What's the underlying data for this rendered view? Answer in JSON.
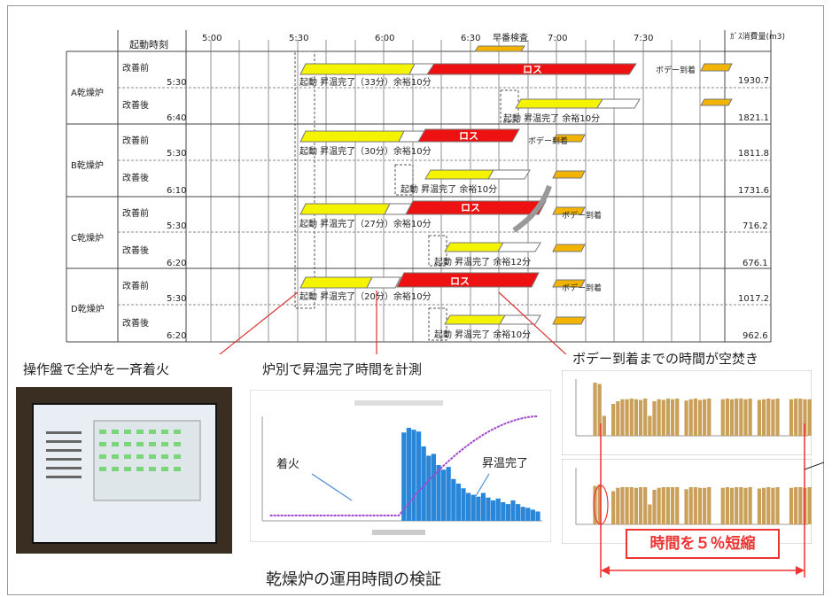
{
  "timeline": {
    "header_start": "起動時刻",
    "header_gas": "ｶﾞｽ消費量(m3)",
    "time_ticks": [
      "5:00",
      "5:30",
      "6:00",
      "6:30",
      "7:00",
      "7:30"
    ],
    "event_label": "早番検査",
    "rows": [
      {
        "furnace": "A乾燥炉",
        "before_label": "改善前",
        "before_time": "5:30",
        "before_gas": "1930.7",
        "after_label": "改善後",
        "after_time": "6:40",
        "after_gas": "1821.1",
        "before_text": "起動  昇温完了（33分）余裕10分",
        "after_text": "起動   昇温完了  余裕10分"
      },
      {
        "furnace": "B乾燥炉",
        "before_label": "改善前",
        "before_time": "5:30",
        "before_gas": "1811.8",
        "after_label": "改善後",
        "after_time": "6:10",
        "after_gas": "1731.6",
        "before_text": "起動  昇温完了（30分）余裕10分",
        "after_text": "起動   昇温完了  余裕10分"
      },
      {
        "furnace": "C乾燥炉",
        "before_label": "改善前",
        "before_time": "5:30",
        "before_gas": "716.2",
        "after_label": "改善後",
        "after_time": "6:20",
        "after_gas": "676.1",
        "before_text": "起動  昇温完了（27分）余裕10分",
        "after_text": "起動   昇温完了  余裕12分"
      },
      {
        "furnace": "D乾燥炉",
        "before_label": "改善前",
        "before_time": "5:30",
        "before_gas": "1017.2",
        "after_label": "改善後",
        "after_time": "6:20",
        "after_gas": "962.6",
        "before_text": "起動  昇温完了（20分）余裕10分",
        "after_text": "起動   昇温完了  余裕10分"
      }
    ],
    "loss_label": "ロス",
    "arrival_label": "ボデー到着"
  },
  "annotations": {
    "ignite_all": "操作盤で全炉を一斉着火",
    "measure": "炉別で昇温完了時間を計測",
    "idle": "ボデー到着までの時間が空焚き"
  },
  "chart_labels": {
    "ignition": "着火",
    "complete": "昇温完了"
  },
  "shrink": "時間を５％短縮",
  "bottom_title": "乾燥炉の運用時間の検証",
  "colors": {
    "yellow": "#f4f400",
    "red": "#ee1111",
    "orange": "#f2b400",
    "bar_blue": "#2a86d9",
    "tan": "#c9a05a"
  }
}
